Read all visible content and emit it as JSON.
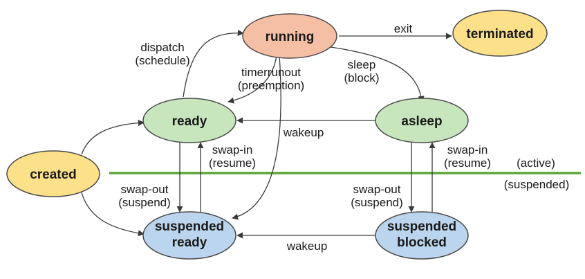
{
  "colors": {
    "running": "#f5bfa5",
    "terminated": "#fde08a",
    "created": "#fde08a",
    "ready": "#c8e6bd",
    "asleep": "#c8e6bd",
    "suspended": "#bcd5ee",
    "node_stroke": "#4a4a4a",
    "boundary_line": "#5aa832"
  },
  "nodes": {
    "running": "running",
    "terminated": "terminated",
    "ready": "ready",
    "asleep": "asleep",
    "created": "created",
    "suspended_ready": [
      "suspended",
      "ready"
    ],
    "suspended_blocked": [
      "suspended",
      "blocked"
    ]
  },
  "edges": {
    "exit": "exit",
    "dispatch": [
      "dispatch",
      "(schedule)"
    ],
    "timerrunout": [
      "timerrunout",
      "(preemption)"
    ],
    "sleep": [
      "sleep",
      "(block)"
    ],
    "wakeup_top": "wakeup",
    "wakeup_bottom": "wakeup",
    "swapin_left": [
      "swap-in",
      "(resume)"
    ],
    "swapin_right": [
      "swap-in",
      "(resume)"
    ],
    "swapout_left": [
      "swap-out",
      "(suspend)"
    ],
    "swapout_right": [
      "swap-out",
      "(suspend)"
    ]
  },
  "regions": {
    "active": "(active)",
    "suspended": "(suspended)"
  }
}
